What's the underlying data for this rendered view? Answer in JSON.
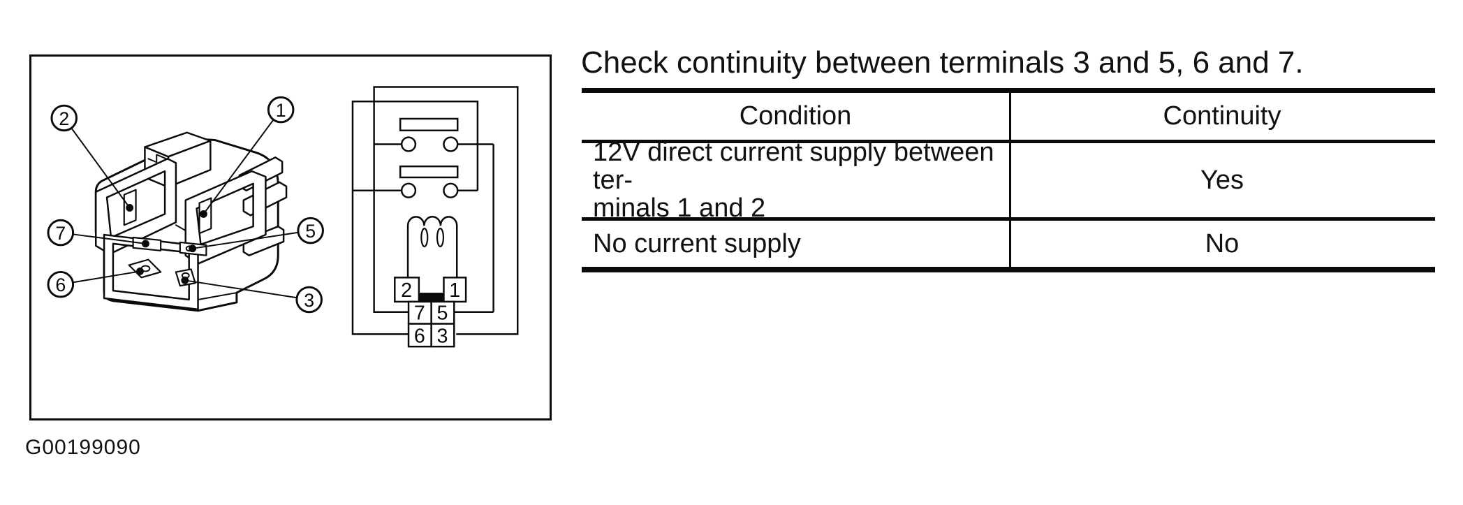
{
  "document": {
    "heading": "Check continuity between terminals 3 and 5, 6 and 7.",
    "figure_caption": "G00199090"
  },
  "figure": {
    "description": "relay-connector-terminal-identification-and-internal-schematic",
    "callouts": [
      {
        "label": "2"
      },
      {
        "label": "1"
      },
      {
        "label": "7"
      },
      {
        "label": "5"
      },
      {
        "label": "6"
      },
      {
        "label": "3"
      }
    ],
    "schematic": {
      "terminals": [
        "2",
        "1",
        "7",
        "5",
        "6",
        "3"
      ]
    }
  },
  "table": {
    "headers": [
      "Condition",
      "Continuity"
    ],
    "rows": [
      {
        "condition_line1": "12V direct current supply between ter-",
        "condition_line2": "minals 1 and 2",
        "continuity": "Yes"
      },
      {
        "condition_line1": "No current supply",
        "condition_line2": "",
        "continuity": "No"
      }
    ]
  },
  "colors": {
    "ink": "#0a0a0a",
    "paper": "#ffffff"
  }
}
